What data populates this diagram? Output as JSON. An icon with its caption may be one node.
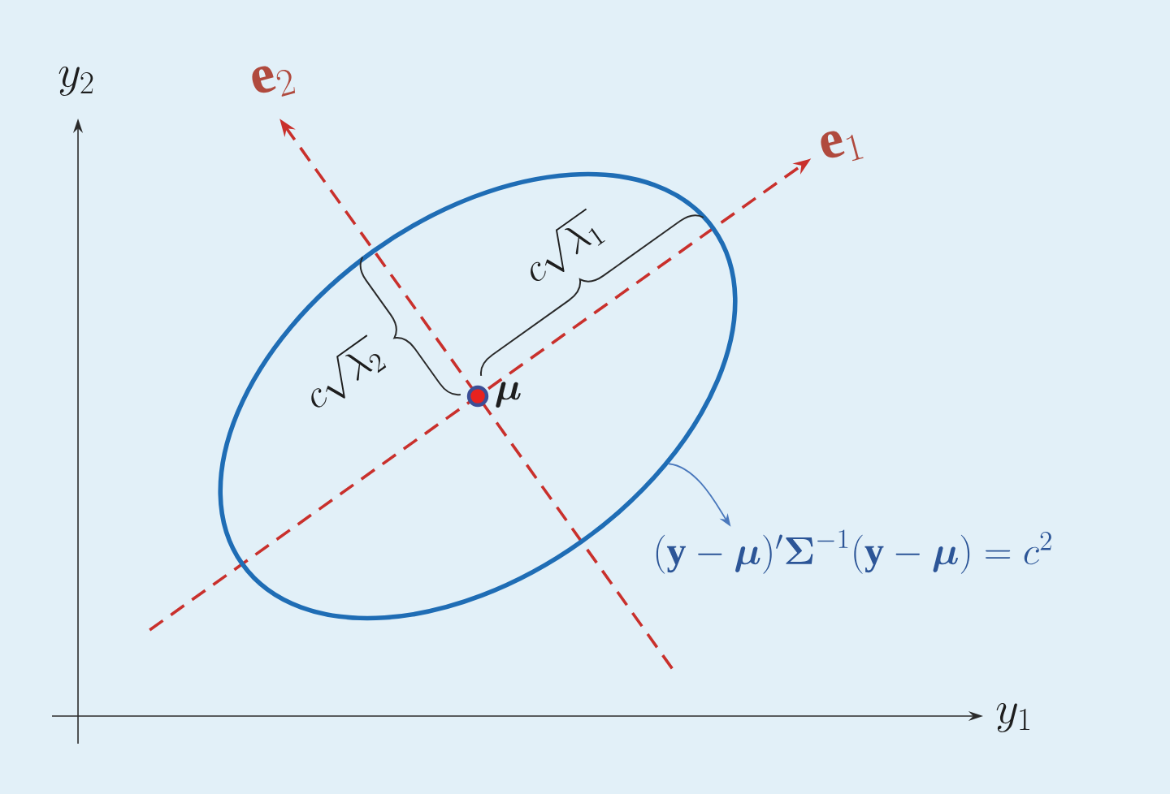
{
  "diagram": {
    "nodes": [
      {
        "text": [],
        "shape": "ellipse"
      },
      {
        "text": [
          "(\\mathbf{y}-\\boldsymbol{\\mu})'\\boldsymbol{\\Sigma}^{-1}(\\mathbf{y}-\\boldsymbol{\\mu})=c^2"
        ]
      }
    ],
    "edges": [
      {
        "from": 0,
        "to": 1,
        "arrow": "to"
      }
    ],
    "labels": [
      "y_2",
      "\\mathbf{e}_2",
      "\\mathbf{e}_1",
      "c\\sqrt{\\lambda_1}",
      "c\\sqrt{\\lambda_2}",
      "\\boldsymbol{\\mu}",
      "y_1"
    ]
  }
}
